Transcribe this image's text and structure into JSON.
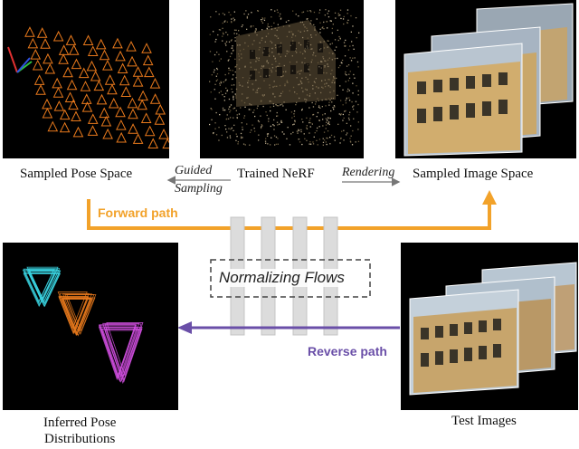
{
  "captions": {
    "sampled_pose_space": "Sampled Pose Space",
    "trained_nerf": "Trained NeRF",
    "sampled_image_space": "Sampled Image Space",
    "inferred_pose_line1": "Inferred Pose",
    "inferred_pose_line2": "Distributions",
    "test_images": "Test Images"
  },
  "labels": {
    "guided_line1": "Guided",
    "guided_line2": "Sampling",
    "rendering": "Rendering",
    "forward_path": "Forward path",
    "reverse_path": "Reverse path",
    "normalizing_flows": "Normalizing Flows"
  },
  "colors": {
    "forward": "#f2a22a",
    "reverse": "#6a4fa8",
    "pose_orange": "#e8791c",
    "cyan": "#3ad4e0",
    "magenta": "#d14fe0",
    "flow_bar": "#dcdcdc"
  }
}
